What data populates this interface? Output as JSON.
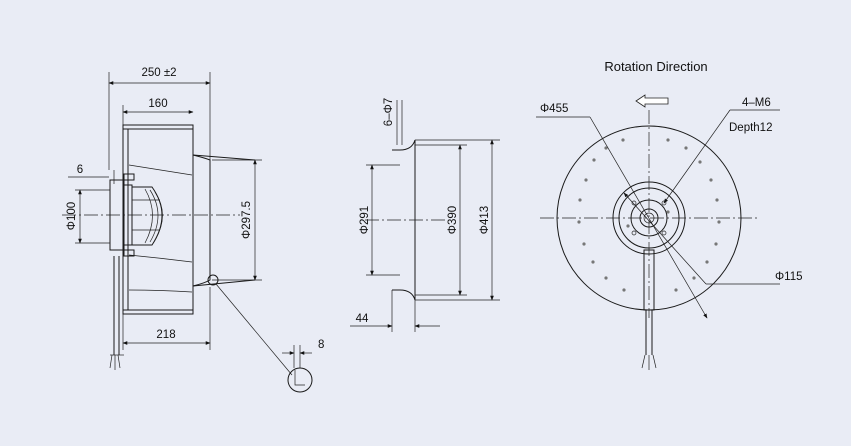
{
  "side_view": {
    "overall_width": "250 ±2",
    "inlet_depth": "160",
    "hub_offset": "6",
    "motor_dia": "Φ100",
    "wheel_dia": "Φ297.5",
    "wheel_width": "218",
    "detail_dim": "8"
  },
  "section_view": {
    "holes": "6–Φ7",
    "inner_dia": "Φ291",
    "bolt_circle": "Φ390",
    "outer_dia": "Φ413",
    "flange": "44"
  },
  "front_view": {
    "title": "Rotation  Direction",
    "outer_dia": "Φ455",
    "screws": "4–M6",
    "screw_depth": "Depth12",
    "hub_dia": "Φ115"
  }
}
